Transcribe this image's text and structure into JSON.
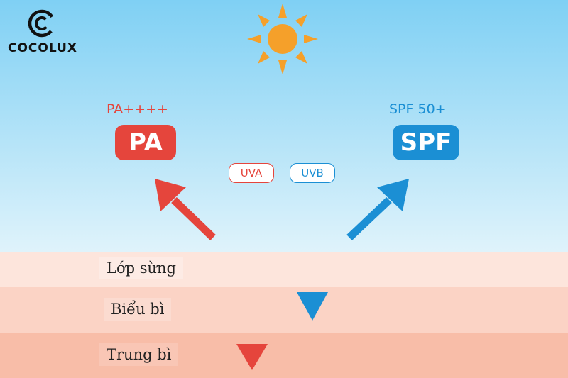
{
  "brand": {
    "name": "COCOLUX"
  },
  "labels": {
    "pa_rating": "PA++++",
    "pa_badge": "PA",
    "spf_rating": "SPF 50+",
    "spf_badge": "SPF",
    "uva": "UVA",
    "uvb": "UVB"
  },
  "skin_layers": [
    "Lớp sừng",
    "Biểu bì",
    "Trung bì"
  ],
  "colors": {
    "uva_red": "#e5453c",
    "uvb_blue": "#1b8fd4",
    "sun_orange": "#f5a02a",
    "sky_top": "#7fd0f4",
    "sky_bottom": "#d9f1fb",
    "layer_1": "#fde5dc",
    "layer_2": "#fbcfc0",
    "layer_3": "#f8bba6"
  },
  "icons": [
    "sun-icon",
    "cocolux-logo-icon"
  ]
}
